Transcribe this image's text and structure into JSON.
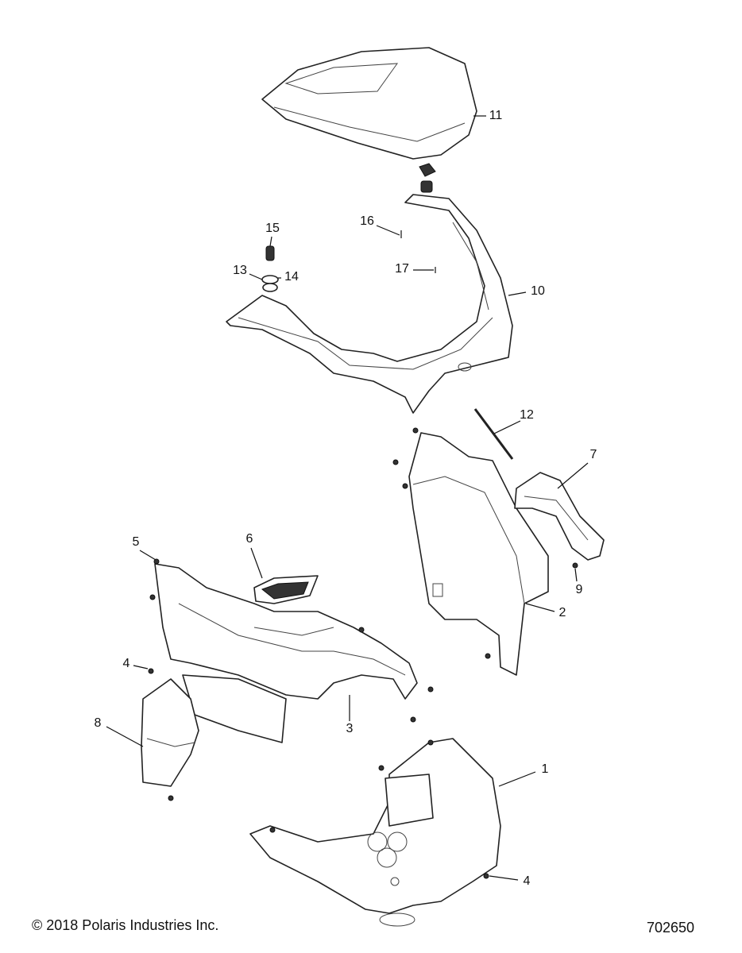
{
  "callouts": {
    "c1": "1",
    "c2": "2",
    "c3": "3",
    "c4a": "4",
    "c4b": "4",
    "c5": "5",
    "c6": "6",
    "c7": "7",
    "c8": "8",
    "c9": "9",
    "c10": "10",
    "c11": "11",
    "c12": "12",
    "c13": "13",
    "c14": "14",
    "c15": "15",
    "c16": "16",
    "c17": "17"
  },
  "footer": {
    "copyright": "© 2018 Polaris Industries Inc.",
    "drawing_number": "702650"
  }
}
